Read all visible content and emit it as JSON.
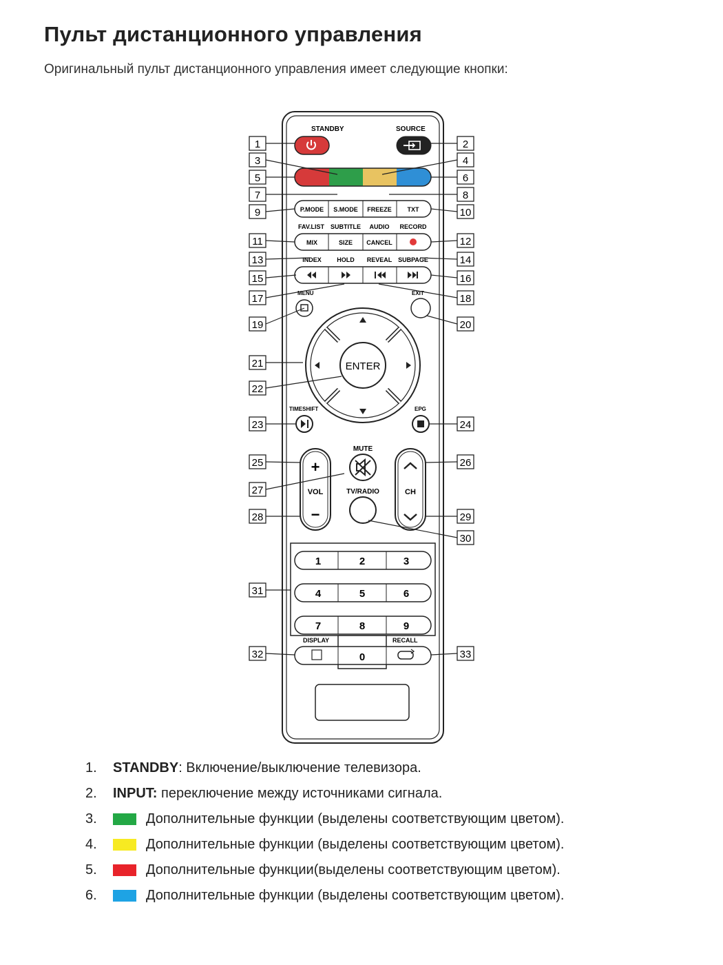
{
  "page": {
    "title": "Пульт дистанционного управления",
    "intro": "Оригинальный пульт дистанционного управления имеет следующие кнопки:"
  },
  "remote": {
    "labels": {
      "standby": "STANDBY",
      "source": "SOURCE",
      "fav_list": "FAV.LIST",
      "subtitle": "SUBTITLE",
      "audio": "AUDIO",
      "record": "RECORD",
      "index": "INDEX",
      "hold": "HOLD",
      "reveal": "REVEAL",
      "subpage": "SUBPAGE",
      "menu": "MENU",
      "exit": "EXIT",
      "timeshift": "TIMESHIFT",
      "epg": "EPG",
      "mute": "MUTE",
      "tv_radio": "TV/RADIO",
      "display": "DISPLAY",
      "recall": "RECALL"
    },
    "buttons": {
      "p_mode": "P.MODE",
      "s_mode": "S.MODE",
      "freeze": "FREEZE",
      "txt": "TXT",
      "mix": "MIX",
      "size": "SIZE",
      "cancel": "CANCEL",
      "enter": "ENTER",
      "vol": "VOL",
      "ch": "CH",
      "digits": [
        "1",
        "2",
        "3",
        "4",
        "5",
        "6",
        "7",
        "8",
        "9"
      ],
      "zero": "0"
    },
    "colors": {
      "red": "#d63a3a",
      "green": "#2e9e4a",
      "yellow": "#e8c361",
      "blue": "#2f8fd6"
    },
    "callouts": {
      "left": [
        "1",
        "3",
        "5",
        "7",
        "9",
        "11",
        "13",
        "15",
        "17",
        "19",
        "21",
        "22",
        "23",
        "25",
        "27",
        "28",
        "31",
        "32"
      ],
      "right": [
        "2",
        "4",
        "6",
        "8",
        "10",
        "12",
        "14",
        "16",
        "18",
        "20",
        "24",
        "26",
        "29",
        "30",
        "33"
      ]
    }
  },
  "legend": [
    {
      "num": "1.",
      "label": "STANDBY",
      "text": ": Включение/выключение телевизора."
    },
    {
      "num": "2.",
      "label": "INPUT:",
      "text": " переключение между источниками сигнала."
    },
    {
      "num": "3.",
      "color": "#23a845",
      "text": "Дополнительные функции (выделены соответствующим цветом)."
    },
    {
      "num": "4.",
      "color": "#f7ea22",
      "text": "Дополнительные функции (выделены соответствующим цветом)."
    },
    {
      "num": "5.",
      "color": "#e8232a",
      "text": "Дополнительные функции(выделены соответствующим цветом)."
    },
    {
      "num": "6.",
      "color": "#1ea3e4",
      "text": "Дополнительные функции (выделены соответствующим цветом)."
    }
  ]
}
